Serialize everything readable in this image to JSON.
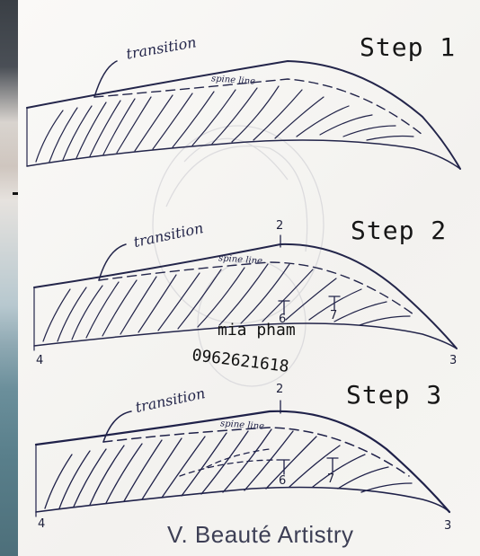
{
  "steps": [
    {
      "label": "Step 1",
      "transition": "transition",
      "spine": "spine line"
    },
    {
      "label": "Step 2",
      "transition": "transition",
      "spine": "spine line",
      "marks": {
        "top": "2",
        "mid_left": "6",
        "mid_right": "7",
        "start": "4",
        "end": "3"
      }
    },
    {
      "label": "Step 3",
      "transition": "transition",
      "spine": "spine line",
      "marks": {
        "top": "2",
        "mid_left": "6",
        "mid_right": "7",
        "start": "4",
        "end": "3"
      }
    }
  ],
  "watermark": {
    "name": "mia pham",
    "phone": "0962621618"
  },
  "brand": "V. Beauté Artistry"
}
